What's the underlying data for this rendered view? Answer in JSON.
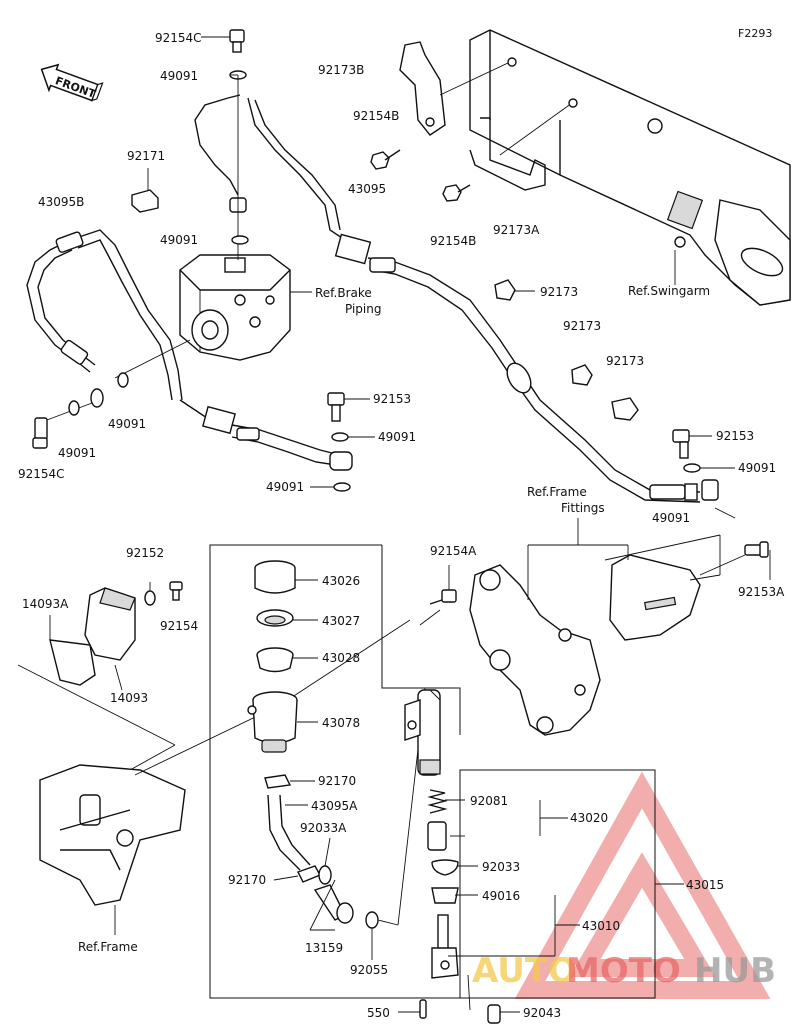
{
  "figure_code": "F2293",
  "front_label": "FRONT",
  "watermark": {
    "part1": "AUTO",
    "part2": "MOTO",
    "part3": "HUB",
    "color1": "#f2c94c",
    "color2": "#e86a6a",
    "color3": "#9a9a9a"
  },
  "refs": {
    "brake_piping_line1": "Ref.Brake",
    "brake_piping_line2": "Piping",
    "swingarm": "Ref.Swingarm",
    "frame_fittings_line1": "Ref.Frame",
    "frame_fittings_line2": "Fittings",
    "frame": "Ref.Frame"
  },
  "parts": {
    "p92154C_top": "92154C",
    "p49091_a": "49091",
    "p92173B": "92173B",
    "p92154B_a": "92154B",
    "p92171": "92171",
    "p43095B": "43095B",
    "p43095": "43095",
    "p92154B_b": "92154B",
    "p92173A": "92173A",
    "p49091_b": "49091",
    "p92173_a": "92173",
    "p92173_b": "92173",
    "p92173_c": "92173",
    "p49091_c": "49091",
    "p49091_d": "49091",
    "p92154C_left": "92154C",
    "p92153_a": "92153",
    "p49091_e": "49091",
    "p49091_f": "49091",
    "p92153_b": "92153",
    "p49091_g": "49091",
    "p49091_h": "49091",
    "p92152": "92152",
    "p14093A": "14093A",
    "p92154": "92154",
    "p14093": "14093",
    "p92154A": "92154A",
    "p92153A": "92153A",
    "p43026": "43026",
    "p43027": "43027",
    "p43028": "43028",
    "p43078": "43078",
    "p92170_a": "92170",
    "p43095A": "43095A",
    "p92033A": "92033A",
    "p92170_b": "92170",
    "p13159": "13159",
    "p92055": "92055",
    "p92081": "92081",
    "p43020": "43020",
    "p92033": "92033",
    "p49016": "49016",
    "p43015": "43015",
    "p43010": "43010",
    "p550": "550",
    "p92043": "92043"
  }
}
